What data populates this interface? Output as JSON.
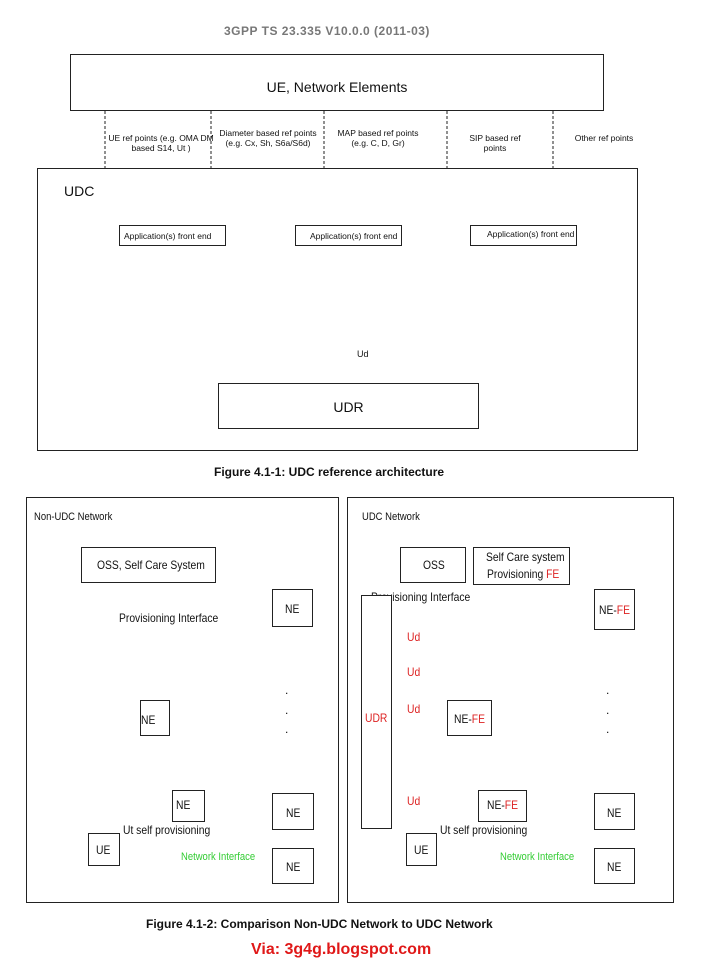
{
  "header": "3GPP TS 23.335 V10.0.0 (2011-03)",
  "fig1": {
    "top_box": "UE, Network Elements",
    "ref_points": [
      "UE ref points (e.g. OMA DM based S14, Ut )",
      "Diameter based ref points (e.g. Cx, Sh, S6a/S6d)",
      "MAP based ref points (e.g. C, D, Gr)",
      "SIP based ref points",
      "Other ref points"
    ],
    "udc_label": "UDC",
    "front_end": "Application(s) front end",
    "ud": "Ud",
    "udr": "UDR",
    "caption": "Figure 4.1-1: UDC reference architecture"
  },
  "fig2": {
    "left": {
      "title": "Non-UDC Network",
      "oss": "OSS, Self Care System",
      "prov_if": "Provisioning Interface",
      "ne": "NE",
      "ut": "Ut self provisioning",
      "ue": "UE",
      "net_if": "Network Interface"
    },
    "right": {
      "title": "UDC Network",
      "oss": "OSS",
      "self_care_1": "Self Care system",
      "self_care_2": "Provisioning",
      "fe": "FE",
      "prov_if": "Provisioning Interface",
      "ud": "Ud",
      "udr": "UDR",
      "ne": "NE",
      "ne_dash": "NE-",
      "ut": "Ut self provisioning",
      "ue": "UE",
      "net_if": "Network Interface"
    },
    "dots": ".",
    "caption": "Figure 4.1-2: Comparison Non-UDC Network to UDC Network"
  },
  "footer": "Via: 3g4g.blogspot.com",
  "colors": {
    "red": "#dd2222",
    "green": "#33cc33",
    "line": "#222222"
  },
  "icons": [
    "database-icon"
  ]
}
